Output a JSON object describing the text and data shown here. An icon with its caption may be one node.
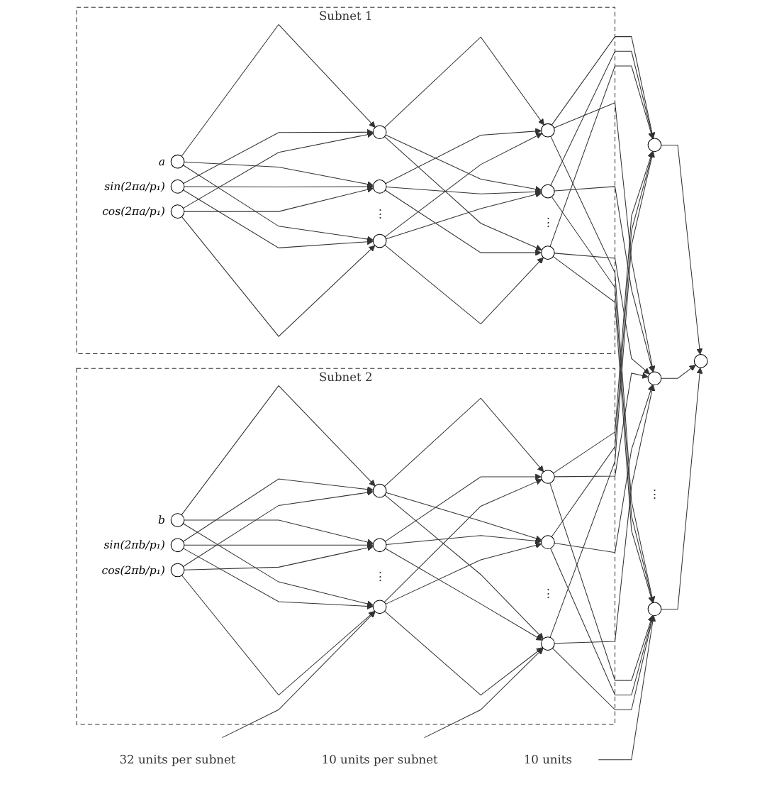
{
  "diagram": {
    "nodes": [
      {
        "text": [
          "Subnet 1"
        ]
      },
      {
        "text": [],
        "shape": "circle",
        "in": 0,
        "beside": [
          "a"
        ]
      },
      {
        "text": [],
        "shape": "circle",
        "in": 0,
        "beside": [
          "sin(2πa/p₁)"
        ]
      },
      {
        "text": [],
        "shape": "circle",
        "in": 0,
        "beside": [
          "cos(2πa/p₁)"
        ]
      },
      {
        "text": [],
        "shape": "circle",
        "in": 0
      },
      {
        "text": [],
        "shape": "circle",
        "in": 0
      },
      {
        "text": [],
        "shape": "circle",
        "in": 0
      },
      {
        "text": [],
        "shape": "circle",
        "in": 0
      },
      {
        "text": [],
        "shape": "circle",
        "in": 0
      },
      {
        "text": [],
        "shape": "circle",
        "in": 0
      },
      {
        "text": [
          "Subnet 2"
        ]
      },
      {
        "text": [],
        "shape": "circle",
        "in": 10,
        "beside": [
          "b"
        ]
      },
      {
        "text": [],
        "shape": "circle",
        "in": 10,
        "beside": [
          "sin(2πb/p₁)"
        ]
      },
      {
        "text": [],
        "shape": "circle",
        "in": 10,
        "beside": [
          "cos(2πb/p₁)"
        ]
      },
      {
        "text": [],
        "shape": "circle",
        "in": 10
      },
      {
        "text": [],
        "shape": "circle",
        "in": 10
      },
      {
        "text": [],
        "shape": "circle",
        "in": 10
      },
      {
        "text": [],
        "shape": "circle",
        "in": 10
      },
      {
        "text": [],
        "shape": "circle",
        "in": 10
      },
      {
        "text": [],
        "shape": "circle",
        "in": 10
      },
      {
        "text": [],
        "shape": "circle"
      },
      {
        "text": [],
        "shape": "circle"
      },
      {
        "text": [],
        "shape": "circle"
      },
      {
        "text": [],
        "shape": "circle"
      },
      {
        "text": [
          "32 units per subnet"
        ]
      },
      {
        "text": [
          "10 units per subnet"
        ]
      },
      {
        "text": [
          "10 units"
        ]
      }
    ],
    "edges": [
      {
        "from": 1,
        "to": 4,
        "arrow": "to"
      },
      {
        "from": 1,
        "to": 5,
        "arrow": "to"
      },
      {
        "from": 1,
        "to": 6,
        "arrow": "to"
      },
      {
        "from": 2,
        "to": 4,
        "arrow": "to"
      },
      {
        "from": 2,
        "to": 5,
        "arrow": "to"
      },
      {
        "from": 2,
        "to": 6,
        "arrow": "to"
      },
      {
        "from": 3,
        "to": 4,
        "arrow": "to"
      },
      {
        "from": 3,
        "to": 5,
        "arrow": "to"
      },
      {
        "from": 3,
        "to": 6,
        "arrow": "to"
      },
      {
        "from": 4,
        "to": 7,
        "arrow": "to"
      },
      {
        "from": 4,
        "to": 8,
        "arrow": "to"
      },
      {
        "from": 4,
        "to": 9,
        "arrow": "to"
      },
      {
        "from": 5,
        "to": 7,
        "arrow": "to"
      },
      {
        "from": 5,
        "to": 8,
        "arrow": "to"
      },
      {
        "from": 5,
        "to": 9,
        "arrow": "to"
      },
      {
        "from": 6,
        "to": 7,
        "arrow": "to"
      },
      {
        "from": 6,
        "to": 8,
        "arrow": "to"
      },
      {
        "from": 6,
        "to": 9,
        "arrow": "to"
      },
      {
        "from": 11,
        "to": 14,
        "arrow": "to"
      },
      {
        "from": 11,
        "to": 15,
        "arrow": "to"
      },
      {
        "from": 11,
        "to": 16,
        "arrow": "to"
      },
      {
        "from": 12,
        "to": 14,
        "arrow": "to"
      },
      {
        "from": 12,
        "to": 15,
        "arrow": "to"
      },
      {
        "from": 12,
        "to": 16,
        "arrow": "to"
      },
      {
        "from": 13,
        "to": 14,
        "arrow": "to"
      },
      {
        "from": 13,
        "to": 15,
        "arrow": "to"
      },
      {
        "from": 13,
        "to": 16,
        "arrow": "to"
      },
      {
        "from": 14,
        "to": 17,
        "arrow": "to"
      },
      {
        "from": 14,
        "to": 18,
        "arrow": "to"
      },
      {
        "from": 14,
        "to": 19,
        "arrow": "to"
      },
      {
        "from": 15,
        "to": 17,
        "arrow": "to"
      },
      {
        "from": 15,
        "to": 18,
        "arrow": "to"
      },
      {
        "from": 15,
        "to": 19,
        "arrow": "to"
      },
      {
        "from": 16,
        "to": 17,
        "arrow": "to"
      },
      {
        "from": 16,
        "to": 18,
        "arrow": "to"
      },
      {
        "from": 16,
        "to": 19,
        "arrow": "to"
      },
      {
        "from": 7,
        "to": 20,
        "arrow": "to"
      },
      {
        "from": 7,
        "to": 21,
        "arrow": "to"
      },
      {
        "from": 7,
        "to": 22,
        "arrow": "to"
      },
      {
        "from": 8,
        "to": 20,
        "arrow": "to"
      },
      {
        "from": 8,
        "to": 21,
        "arrow": "to"
      },
      {
        "from": 8,
        "to": 22,
        "arrow": "to"
      },
      {
        "from": 9,
        "to": 20,
        "arrow": "to"
      },
      {
        "from": 9,
        "to": 21,
        "arrow": "to"
      },
      {
        "from": 9,
        "to": 22,
        "arrow": "to"
      },
      {
        "from": 17,
        "to": 20,
        "arrow": "to"
      },
      {
        "from": 17,
        "to": 21,
        "arrow": "to"
      },
      {
        "from": 17,
        "to": 22,
        "arrow": "to"
      },
      {
        "from": 18,
        "to": 20,
        "arrow": "to"
      },
      {
        "from": 18,
        "to": 21,
        "arrow": "to"
      },
      {
        "from": 18,
        "to": 22,
        "arrow": "to"
      },
      {
        "from": 19,
        "to": 20,
        "arrow": "to"
      },
      {
        "from": 19,
        "to": 21,
        "arrow": "to"
      },
      {
        "from": 19,
        "to": 22,
        "arrow": "to"
      },
      {
        "from": 20,
        "to": 23,
        "arrow": "to"
      },
      {
        "from": 21,
        "to": 23,
        "arrow": "to"
      },
      {
        "from": 22,
        "to": 23,
        "arrow": "to"
      },
      {
        "from": 24,
        "to": 16,
        "arrow": "to"
      },
      {
        "from": 25,
        "to": 19,
        "arrow": "to"
      },
      {
        "from": 26,
        "to": 22,
        "arrow": "to"
      }
    ],
    "labels": [
      "⋮",
      "⋮",
      "⋮",
      "⋮",
      "⋮"
    ]
  }
}
